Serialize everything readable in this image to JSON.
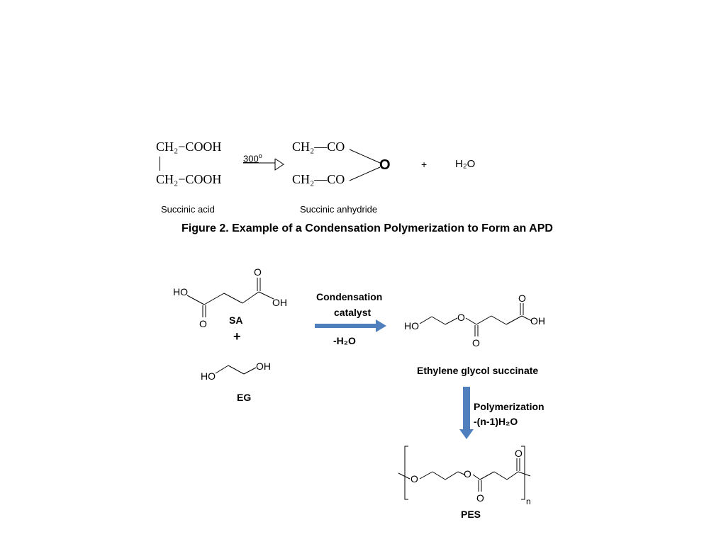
{
  "reaction1": {
    "acid_top": "CH₂−COOH",
    "acid_bottom": "CH₂−COOH",
    "condition": "300",
    "condition_sup": "o",
    "anhydride_top": "CH₂—CO",
    "anhydride_bottom": "CH₂—CO",
    "ring_oxygen": "O",
    "plus": "+",
    "water": "H₂O",
    "acid_label": "Succinic acid",
    "anhydride_label": "Succinic anhydride"
  },
  "figure_caption": "Figure 2. Example of a Condensation Polymerization to Form an APD",
  "reaction2": {
    "sa_label": "SA",
    "plus": "+",
    "eg_label": "EG",
    "catalyst_line1": "Condensation",
    "catalyst_line2": "catalyst",
    "water_loss": "-H₂O",
    "product_label": "Ethylene glycol succinate",
    "step_line1": "Polymerization",
    "step_line2": "-(n-1)H₂O",
    "polymer_label": "PES",
    "polymer_subscript": "n",
    "atom_labels": {
      "ho": "HO",
      "oh": "OH",
      "o": "O"
    }
  },
  "colors": {
    "arrow_blue": "#4f7fbd",
    "text": "#000000"
  }
}
